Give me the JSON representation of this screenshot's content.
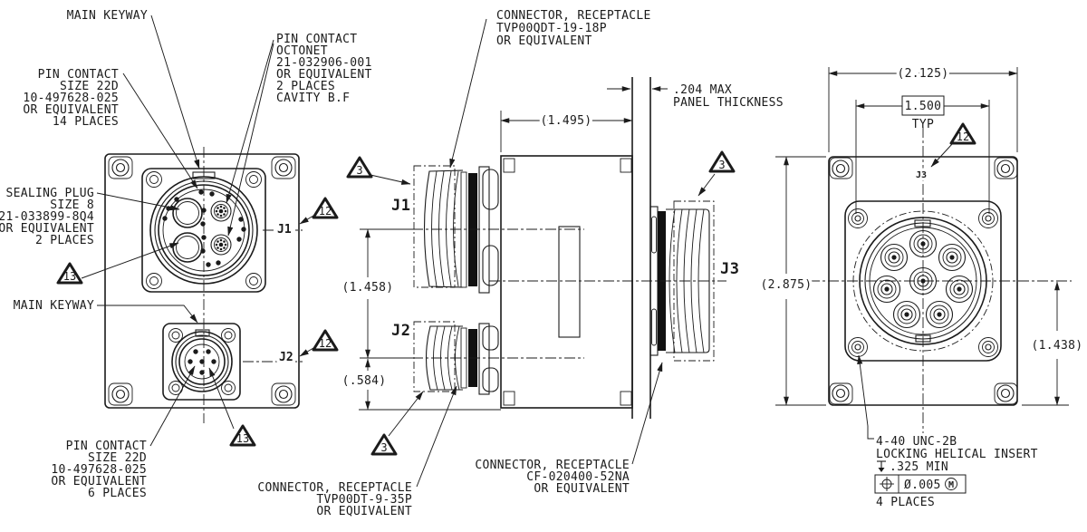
{
  "front_view": {
    "labels": {
      "j1": "J1",
      "j2": "J2"
    },
    "notes": {
      "main_keyway_top": "MAIN KEYWAY",
      "pin_contact_14": [
        "PIN CONTACT",
        "SIZE 22D",
        "10-497628-025",
        "OR EQUIVALENT",
        "14 PLACES"
      ],
      "octonet": [
        "PIN CONTACT",
        "OCTONET",
        "21-032906-001",
        "OR EQUIVALENT",
        "2 PLACES",
        "CAVITY B.F"
      ],
      "sealing_plug": [
        "SEALING PLUG",
        "SIZE 8",
        "21-033899-8Q4",
        "OR EQUIVALENT",
        "2 PLACES"
      ],
      "main_keyway_bottom": "MAIN KEYWAY",
      "pin_contact_6": [
        "PIN CONTACT",
        "SIZE 22D",
        "10-497628-025",
        "OR EQUIVALENT",
        "6 PLACES"
      ]
    },
    "balloons": {
      "sealing_plug": "13",
      "pin_contact_6": "13",
      "j1": "12",
      "j2": "12"
    }
  },
  "side_view": {
    "labels": {
      "j1": "J1",
      "j2": "J2",
      "j3": "J3"
    },
    "notes": {
      "receptacle_j1": [
        "CONNECTOR, RECEPTACLE",
        "TVP00QDT-19-18P",
        "OR EQUIVALENT"
      ],
      "receptacle_j2": [
        "CONNECTOR, RECEPTACLE",
        "TVP00DT-9-35P",
        "OR EQUIVALENT"
      ],
      "receptacle_j3": [
        "CONNECTOR, RECEPTACLE",
        "CF-020400-52NA",
        "OR EQUIVALENT"
      ],
      "panel_thickness": [
        ".204 MAX",
        "PANEL THICKNESS"
      ]
    },
    "dimensions": {
      "body_width": "(1.495)",
      "j1_to_j2": "(1.458)",
      "j2_to_base": "(.584)"
    },
    "balloons": {
      "j1": "3",
      "j2": "3",
      "j3": "3"
    }
  },
  "rear_view": {
    "labels": {
      "j3": "J3"
    },
    "dimensions": {
      "overall_width": "(2.125)",
      "hole_spacing": "1.500",
      "hole_spacing_qualifier": "TYP",
      "overall_height": "(2.875)",
      "center_to_base": "(1.438)"
    },
    "balloons": {
      "j3": "12"
    },
    "insert_note": {
      "line1": "4-40 UNC-2B",
      "line2": "LOCKING HELICAL INSERT",
      "depth_value": ".325 MIN",
      "fcf_tolerance": "Ø.005",
      "fcf_modifier": "M",
      "places": "4 PLACES"
    }
  }
}
